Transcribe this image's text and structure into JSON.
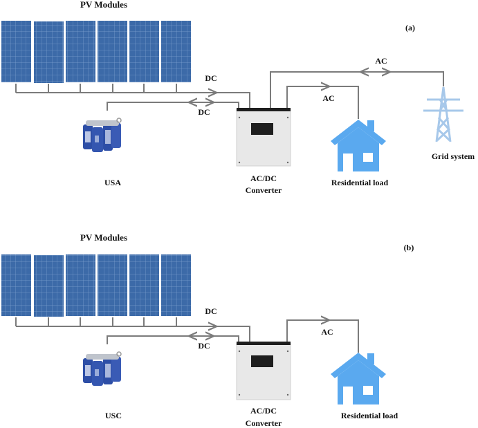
{
  "colors": {
    "panel_blue": "#3c6aa8",
    "panel_grid": "#8fb0d8",
    "wire": "#7b7b7b",
    "house_blue": "#5aa9ef",
    "tower_blue": "#a7c8ea",
    "capacitor_blue": "#2d4ea6",
    "converter_body": "#e8e8e8",
    "converter_top": "#1e1e1e"
  },
  "panel_a": {
    "tag": "(a)",
    "pv_label": "PV Modules",
    "dc_pv_label": "DC",
    "dc_storage_label": "DC",
    "storage_label": "USA",
    "converter_label_line1": "AC/DC",
    "converter_label_line2": "Converter",
    "ac_load_label": "AC",
    "ac_grid_label": "AC",
    "load_label": "Residential load",
    "grid_label": "Grid system"
  },
  "panel_b": {
    "tag": "(b)",
    "pv_label": "PV Modules",
    "dc_pv_label": "DC",
    "dc_storage_label": "DC",
    "storage_label": "USC",
    "converter_label_line1": "AC/DC",
    "converter_label_line2": "Converter",
    "ac_load_label": "AC",
    "load_label": "Residential load"
  }
}
